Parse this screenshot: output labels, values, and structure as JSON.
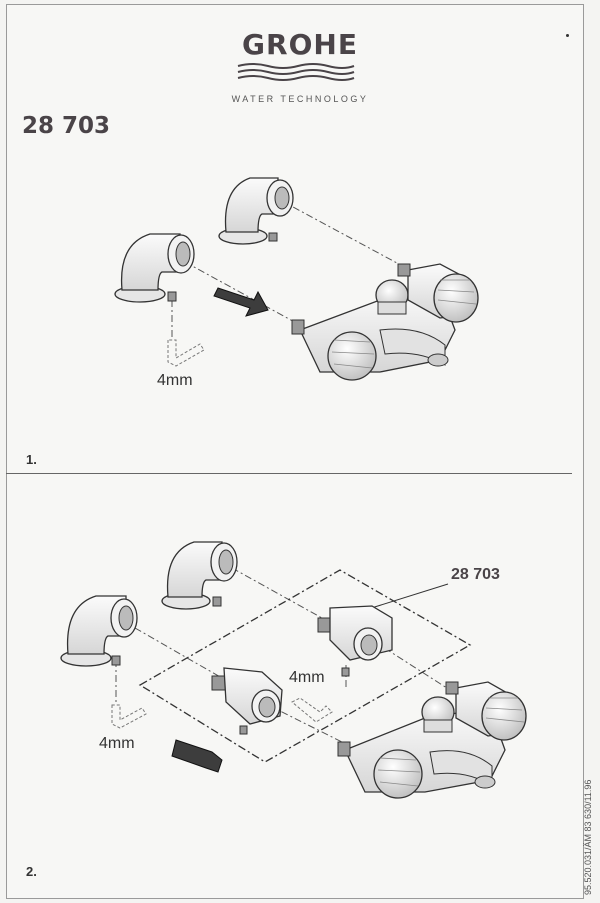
{
  "header": {
    "brand": "GROHE",
    "tagline": "WATER TECHNOLOGY",
    "model_number": "28 703"
  },
  "step1": {
    "number": "1.",
    "hex_key_size": "4mm"
  },
  "step2": {
    "number": "2.",
    "part_callout": "28 703",
    "hex_key_size_left": "4mm",
    "hex_key_size_right": "4mm"
  },
  "footer": {
    "document_code": "95.520.031/ÄM 83 630/11.96"
  }
}
